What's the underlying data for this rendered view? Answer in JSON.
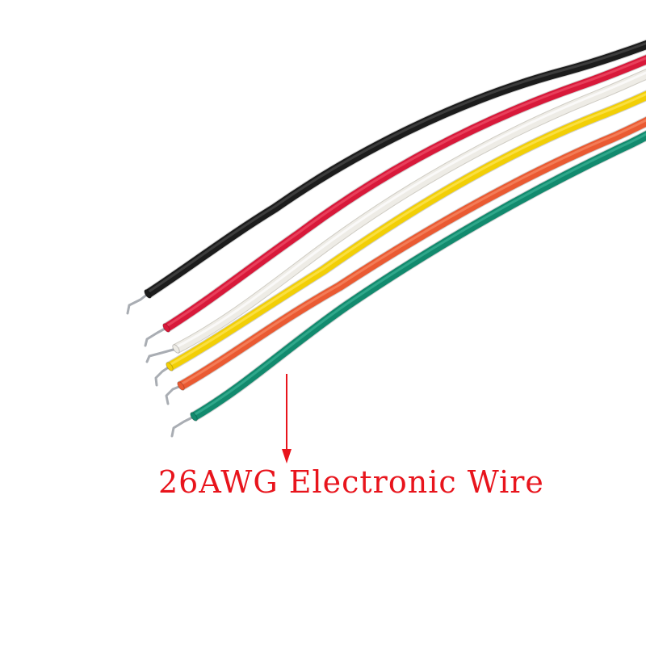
{
  "caption": {
    "text": "26AWG Electronic Wire",
    "color": "#e8141c"
  },
  "wires": [
    {
      "name": "black",
      "color": "#1c1c1c",
      "highlight": "#4a4a4a"
    },
    {
      "name": "red",
      "color": "#d8193a",
      "highlight": "#f0506a"
    },
    {
      "name": "white",
      "color": "#eeece6",
      "highlight": "#ffffff"
    },
    {
      "name": "yellow",
      "color": "#f2cf06",
      "highlight": "#fde65a"
    },
    {
      "name": "orange",
      "color": "#ea5a32",
      "highlight": "#f78a66"
    },
    {
      "name": "green",
      "color": "#128a6e",
      "highlight": "#3cb396"
    }
  ],
  "conductor_color": "#a9adb3",
  "arrow_color": "#e8141c"
}
